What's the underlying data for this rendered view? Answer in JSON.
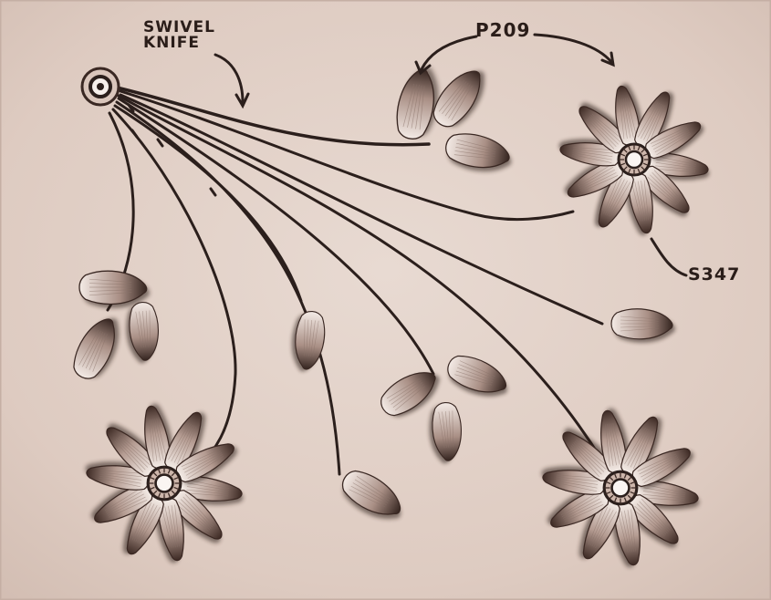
{
  "colors": {
    "leather_light": "#e7d8d0",
    "leather_mid": "#d7c2b8",
    "shadow": "#3d2a24",
    "cut_line": "#2b1f1c",
    "highlight": "#f7f0ec"
  },
  "callouts": {
    "swivel_line1": "SWIVEL",
    "swivel_line2": "KNIFE",
    "p209": "P209",
    "s347": "S347"
  },
  "icons": {
    "flower": "daisy-stamp",
    "petal": "pear-shader-leaf",
    "origin": "center-seed"
  }
}
